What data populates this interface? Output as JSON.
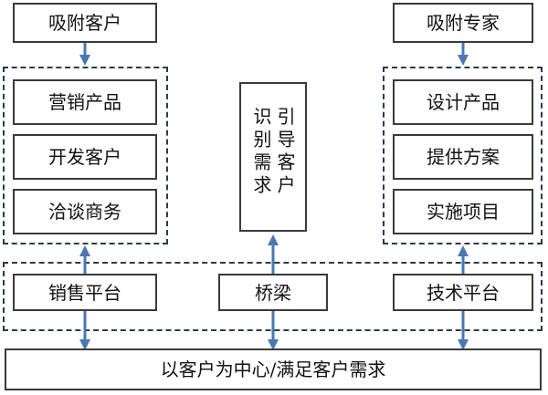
{
  "left": {
    "top": "吸附客户",
    "items": [
      "营销产品",
      "开发客户",
      "洽谈商务"
    ],
    "platform": "销售平台"
  },
  "middle": {
    "center": "引导客户识别需求",
    "platform": "桥梁"
  },
  "right": {
    "top": "吸附专家",
    "items": [
      "设计产品",
      "提供方案",
      "实施项目"
    ],
    "platform": "技术平台"
  },
  "bottom": "以客户为中心/满足客户需求",
  "colors": {
    "arrow": "#4a77b4",
    "border": "#3a3a3a",
    "dashed": "#2d3a4a"
  }
}
